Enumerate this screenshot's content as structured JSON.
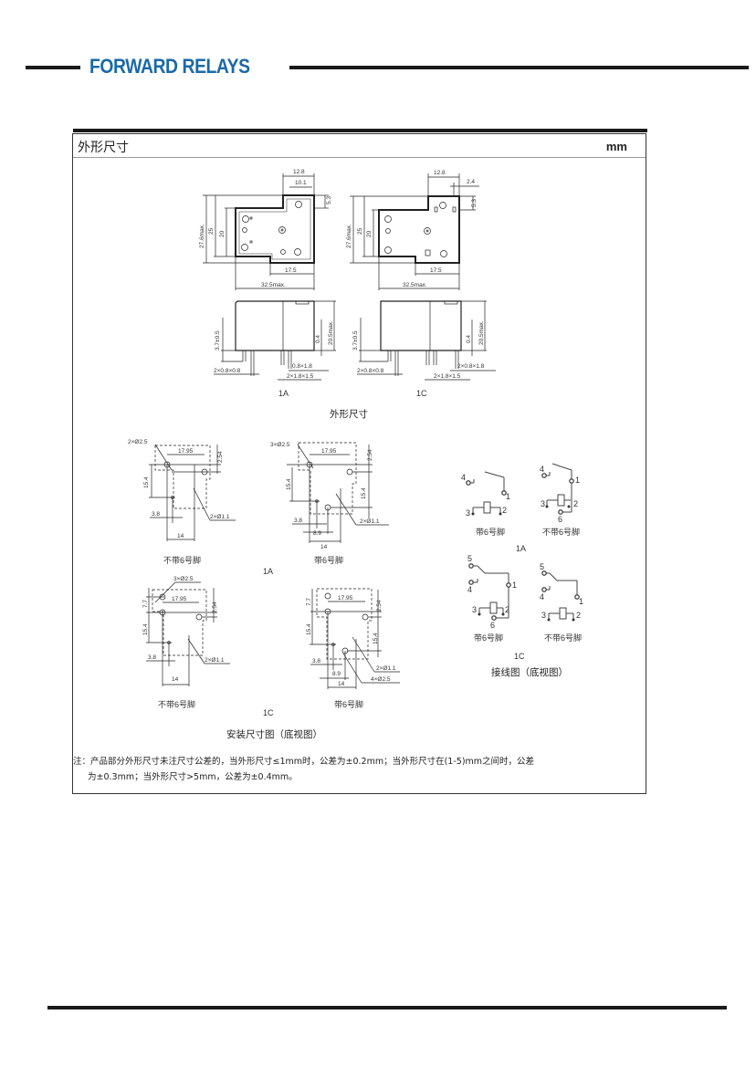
{
  "header": {
    "brand": "FORWARD RELAYS",
    "brand_color": "#1a6aa8"
  },
  "panel": {
    "title": "外形尺寸",
    "unit": "mm"
  },
  "outline": {
    "top_views": {
      "1A": {
        "dims": [
          "12.8",
          "10.1",
          "5.3",
          "27.6max.",
          "25",
          "20",
          "17.5",
          "32.5max."
        ]
      },
      "1C": {
        "dims": [
          "12.8",
          "2.4",
          "5.3",
          "27.6max.",
          "25",
          "20",
          "17.5",
          "32.5max."
        ]
      }
    },
    "side_views": {
      "1A": {
        "dims": [
          "3.7±0.5",
          "0.4",
          "20.5max.",
          "0.8×1.8",
          "2×0.8×0.8",
          "2×1.8×1.5"
        ],
        "label": "1A"
      },
      "1C": {
        "dims": [
          "3.7±0.5",
          "0.4",
          "20.5max.",
          "2×0.8×1.8",
          "2×0.8×0.8",
          "2×1.8×1.5"
        ],
        "label": "1C"
      }
    },
    "caption": "外形尺寸"
  },
  "mounting": {
    "1A_without_pin6": {
      "dims": [
        "2×Ø2.5",
        "17.95",
        "2.54",
        "15.4",
        "3.8",
        "14",
        "2×Ø1.1"
      ],
      "caption": "不带6号脚"
    },
    "1A_with_pin6": {
      "dims": [
        "3×Ø2.5",
        "17.95",
        "2.54",
        "15.4",
        "15.4",
        "3.8",
        "8.9",
        "14",
        "2×Ø1.1"
      ],
      "caption": "带6号脚"
    },
    "group_1A_label": "1A",
    "1C_without_pin6": {
      "dims": [
        "3×Ø2.5",
        "17.95",
        "2.54",
        "7.7",
        "15.4",
        "3.8",
        "14",
        "2×Ø1.1"
      ],
      "caption": "不带6号脚"
    },
    "1C_with_pin6": {
      "dims": [
        "17.95",
        "2.54",
        "7.7",
        "15.4",
        "15.4",
        "3.8",
        "8.9",
        "14",
        "2×Ø1.1",
        "4×Ø2.5"
      ],
      "caption": "带6号脚"
    },
    "group_1C_label": "1C",
    "caption": "安装尺寸图（底视图）"
  },
  "wiring": {
    "1A_with_pin6": {
      "pins": [
        "4",
        "1",
        "3",
        "2"
      ],
      "caption": "带6号脚"
    },
    "1A_without_pin6": {
      "pins": [
        "4",
        "1",
        "3",
        "2",
        "6"
      ],
      "caption": "不带6号脚"
    },
    "group_1A_label": "1A",
    "1C_with_pin6": {
      "pins": [
        "5",
        "4",
        "1",
        "3",
        "2",
        "6"
      ],
      "caption": "带6号脚"
    },
    "1C_without_pin6": {
      "pins": [
        "5",
        "4",
        "1",
        "3",
        "2"
      ],
      "caption": "不带6号脚"
    },
    "group_1C_label": "1C",
    "caption": "接线图（底视图）"
  },
  "note": {
    "line1": "注：产品部分外形尺寸未注尺寸公差的，当外形尺寸≤1mm时，公差为±0.2mm；当外形尺寸在(1-5)mm之间时，公差",
    "line2": "为±0.3mm；当外形尺寸>5mm，公差为±0.4mm。"
  }
}
